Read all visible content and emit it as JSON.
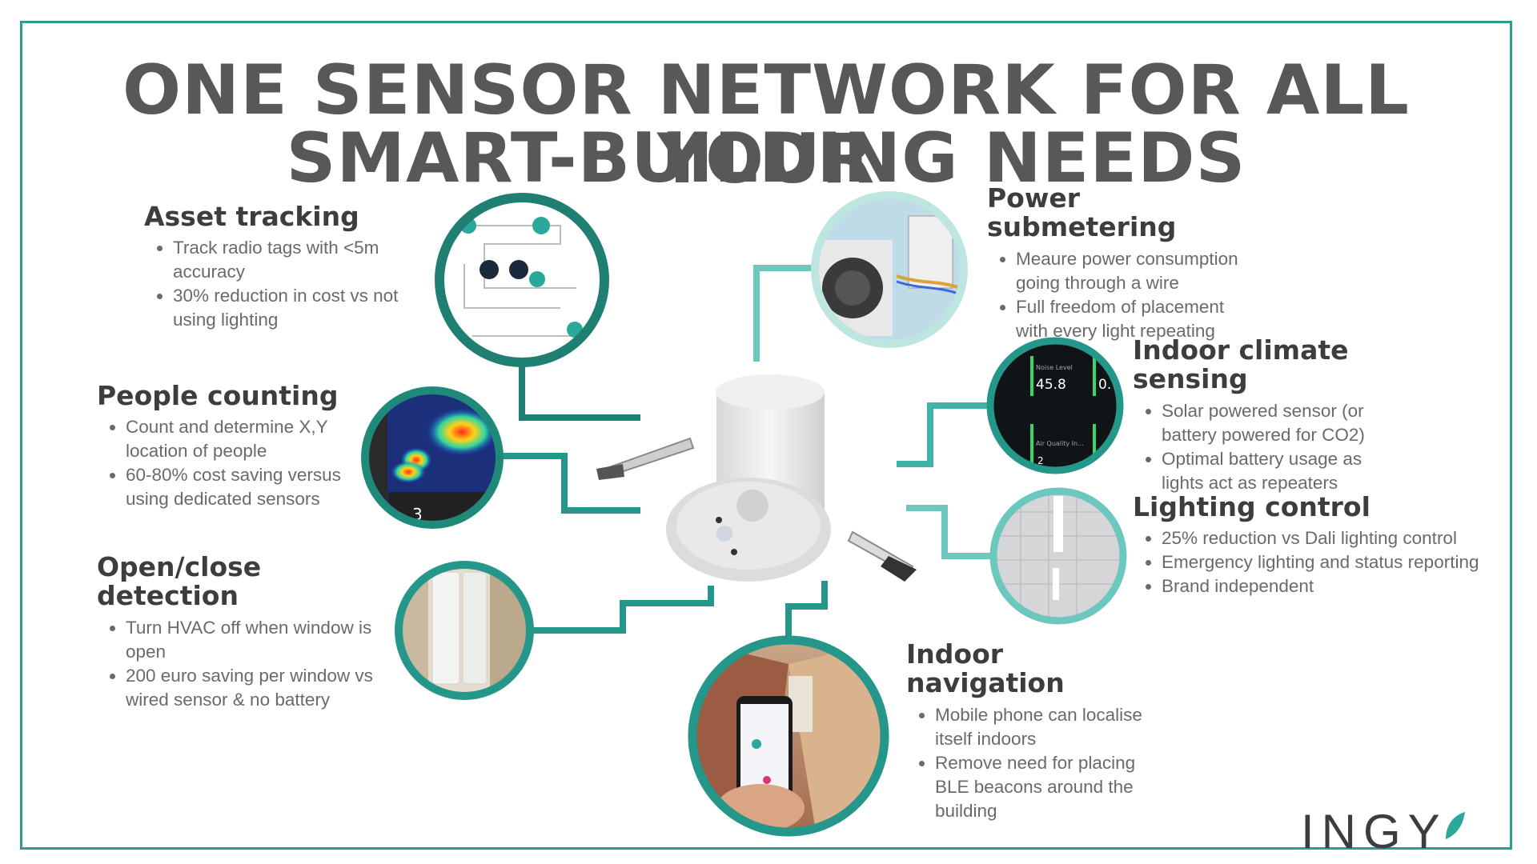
{
  "title": {
    "line1": "ONE SENSOR NETWORK FOR ALL YOUR",
    "line2": "SMART-BUILDING NEEDS"
  },
  "features": {
    "asset_tracking": {
      "heading": "Asset tracking",
      "bullets": [
        "Track radio tags with <5m accuracy",
        "30% reduction in cost vs not using lighting"
      ]
    },
    "people_counting": {
      "heading": "People counting",
      "bullets": [
        "Count and determine X,Y location of people",
        "60-80% cost saving versus using dedicated sensors"
      ]
    },
    "open_close": {
      "heading": "Open/close detection",
      "bullets": [
        "Turn HVAC off when window is open",
        "200 euro saving per window vs wired sensor & no battery"
      ]
    },
    "power_submetering": {
      "heading": "Power submetering",
      "bullets": [
        "Meaure power consumption going through a wire",
        "Full freedom of placement with every light repeating"
      ]
    },
    "indoor_climate": {
      "heading": "Indoor climate sensing",
      "bullets": [
        "Solar powered sensor (or battery powered for CO2)",
        "Optimal battery usage as lights act as repeaters"
      ]
    },
    "lighting_control": {
      "heading": "Lighting control",
      "bullets": [
        "25% reduction vs Dali lighting control",
        "Emergency lighting and status reporting",
        "Brand independent"
      ]
    },
    "indoor_navigation": {
      "heading": "Indoor navigation",
      "bullets": [
        "Mobile phone can localise itself indoors",
        "Remove need for placing BLE beacons around the building"
      ]
    }
  },
  "climate_widget": {
    "label1": "Noise Level",
    "value1": "45.8",
    "value1b": "0.",
    "label2": "Air Quality In...",
    "value2": "2"
  },
  "people_widget": {
    "count": "3"
  },
  "logo": {
    "text": "INGY"
  },
  "colors": {
    "frame": "#2a9d90",
    "connector_dark": "#1f8a7a",
    "connector_light": "#6cc7bf",
    "title": "#58585a"
  }
}
